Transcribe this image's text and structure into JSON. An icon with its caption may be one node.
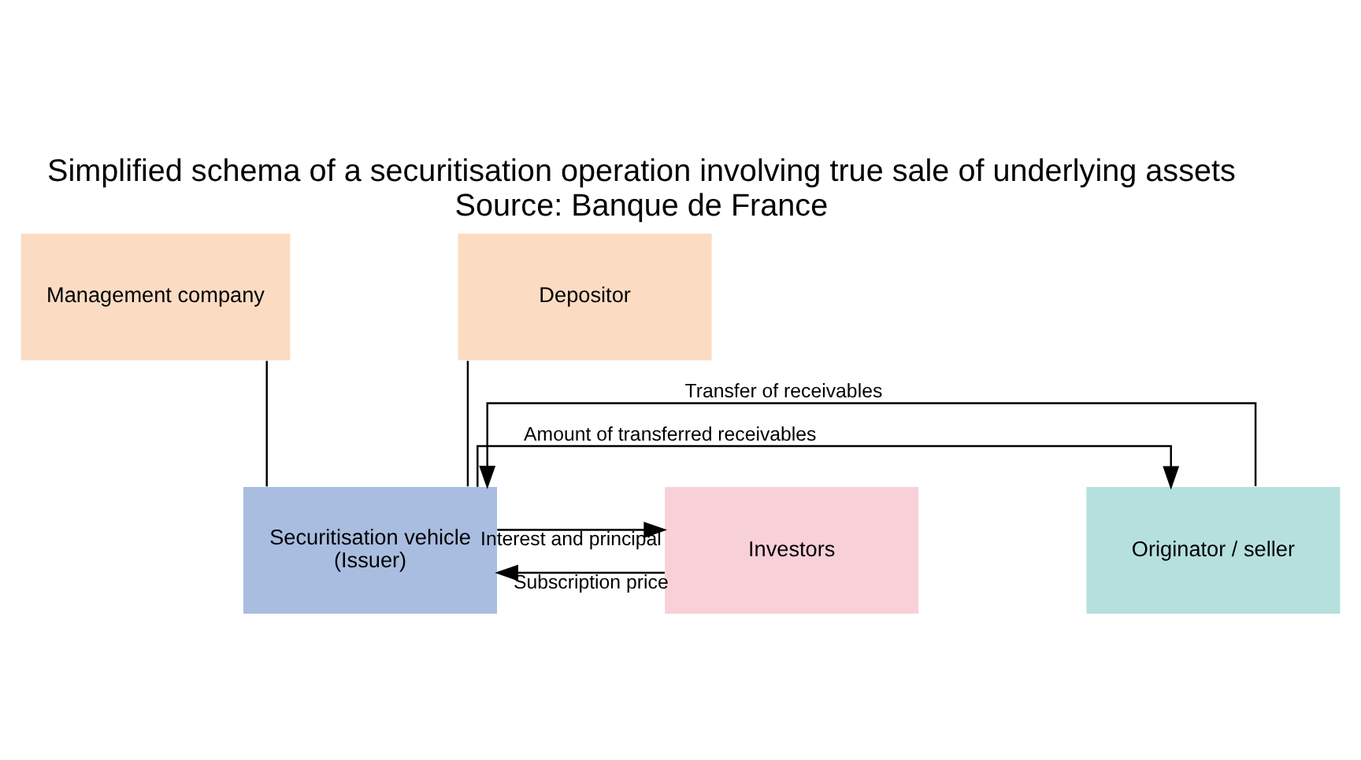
{
  "diagram": {
    "title": "Simplified schema of a securitisation operation involving true sale of underlying assets",
    "caption": "Source: Banque de France",
    "nodes": [
      {
        "text": [
          "Management company"
        ]
      },
      {
        "text": [
          "Depositor"
        ]
      },
      {
        "text": [
          "Originator / seller"
        ]
      },
      {
        "text": [
          "Securitisation vehicle",
          "(Issuer)"
        ]
      },
      {
        "text": [
          "Investors"
        ]
      }
    ],
    "edges": [
      {
        "from": 0,
        "to": 3,
        "arrow": "none"
      },
      {
        "from": 1,
        "to": 3,
        "arrow": "none"
      },
      {
        "from": 2,
        "to": 3,
        "arrow": "to",
        "label": "Transfer of receivables"
      },
      {
        "from": 3,
        "to": 2,
        "arrow": "to",
        "label": "Amount of transferred receivables"
      },
      {
        "from": 3,
        "to": 4,
        "arrow": "to",
        "label": "Interest and principal"
      },
      {
        "from": 4,
        "to": 3,
        "arrow": "to",
        "label": "Subscription price"
      }
    ]
  }
}
